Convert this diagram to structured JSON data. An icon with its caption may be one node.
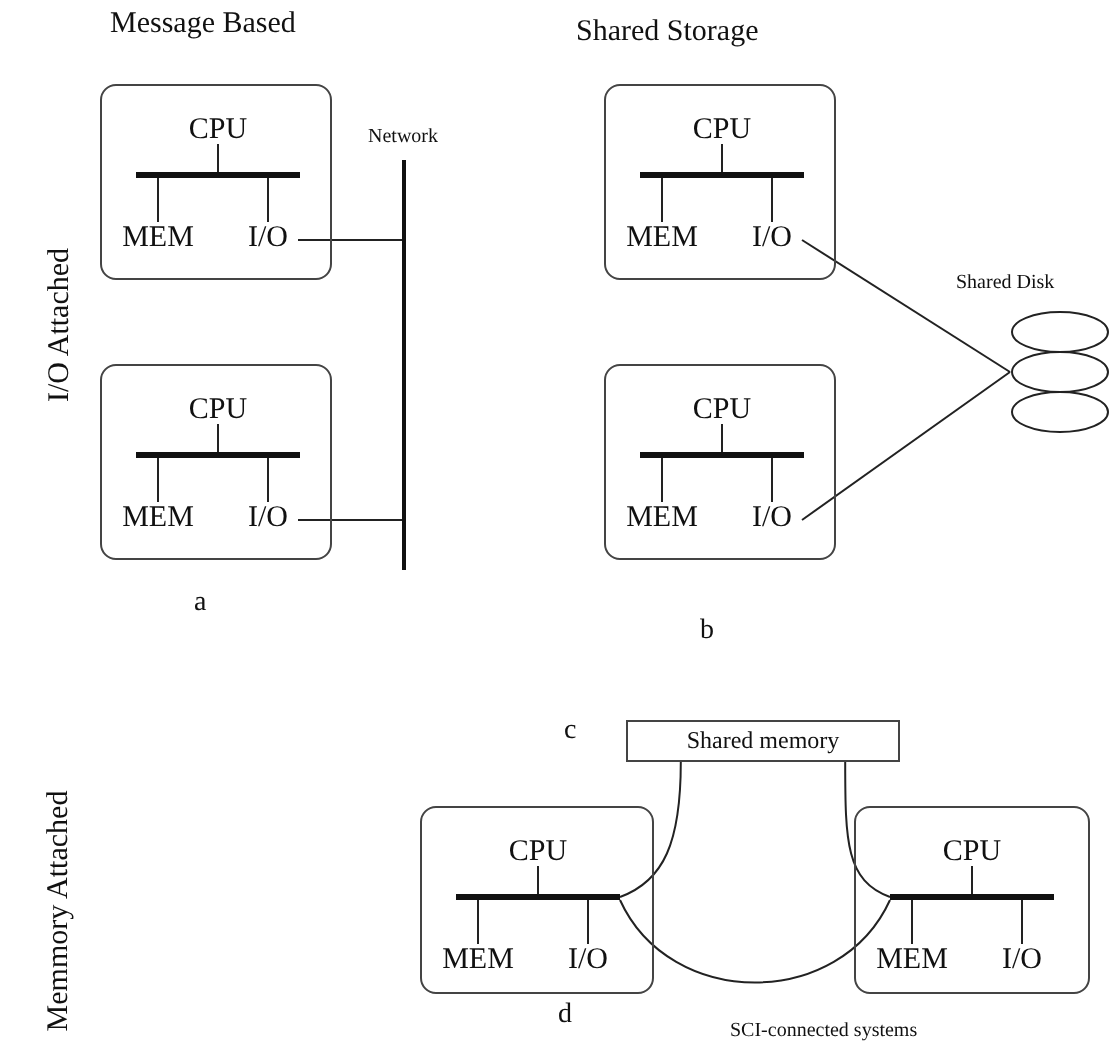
{
  "diagram": {
    "nodes": [
      {
        "text": [],
        "shape": "box"
      },
      {
        "text": [
          "CPU"
        ],
        "in": 0
      },
      {
        "text": [],
        "shape": "bar",
        "in": 0
      },
      {
        "text": [
          "MEM"
        ],
        "in": 0
      },
      {
        "text": [
          "I/O"
        ],
        "in": 0
      },
      {
        "text": [],
        "shape": "bar",
        "beside": [
          "Network"
        ]
      },
      {
        "text": [],
        "shape": "box"
      },
      {
        "text": [
          "CPU"
        ],
        "in": 6
      },
      {
        "text": [],
        "shape": "bar",
        "in": 6
      },
      {
        "text": [
          "MEM"
        ],
        "in": 6
      },
      {
        "text": [
          "I/O"
        ],
        "in": 6
      },
      {
        "text": [],
        "shape": "disk",
        "beside": [
          "Shared Disk"
        ]
      },
      {
        "text": [],
        "shape": "box"
      },
      {
        "text": [
          "CPU"
        ],
        "in": 12
      },
      {
        "text": [],
        "shape": "bar",
        "in": 12
      },
      {
        "text": [
          "MEM"
        ],
        "in": 12
      },
      {
        "text": [
          "I/O"
        ],
        "in": 12
      },
      {
        "text": [],
        "shape": "box"
      },
      {
        "text": [
          "CPU"
        ],
        "in": 17
      },
      {
        "text": [],
        "shape": "bar",
        "in": 17
      },
      {
        "text": [
          "MEM"
        ],
        "in": 17
      },
      {
        "text": [
          "I/O"
        ],
        "in": 17
      },
      {
        "text": [
          "Shared memory"
        ]
      },
      {
        "text": [],
        "shape": "box"
      },
      {
        "text": [
          "CPU"
        ],
        "in": 23
      },
      {
        "text": [],
        "shape": "bar",
        "in": 23
      },
      {
        "text": [
          "MEM"
        ],
        "in": 23
      },
      {
        "text": [
          "I/O"
        ],
        "in": 23
      },
      {
        "text": [],
        "shape": "box"
      },
      {
        "text": [
          "CPU"
        ],
        "in": 28
      },
      {
        "text": [],
        "shape": "bar",
        "in": 28
      },
      {
        "text": [
          "MEM"
        ],
        "in": 28
      },
      {
        "text": [
          "I/O"
        ],
        "in": 28
      }
    ],
    "edges": [
      {
        "from": 1,
        "to": 2,
        "arrow": "none"
      },
      {
        "from": 2,
        "to": 3,
        "arrow": "none"
      },
      {
        "from": 2,
        "to": 4,
        "arrow": "none"
      },
      {
        "from": 4,
        "to": 5,
        "arrow": "none"
      },
      {
        "from": 7,
        "to": 8,
        "arrow": "none"
      },
      {
        "from": 8,
        "to": 9,
        "arrow": "none"
      },
      {
        "from": 8,
        "to": 10,
        "arrow": "none"
      },
      {
        "from": 10,
        "to": 11,
        "arrow": "none"
      },
      {
        "from": 13,
        "to": 14,
        "arrow": "none"
      },
      {
        "from": 14,
        "to": 15,
        "arrow": "none"
      },
      {
        "from": 14,
        "to": 16,
        "arrow": "none"
      },
      {
        "from": 16,
        "to": 5,
        "arrow": "none"
      },
      {
        "from": 18,
        "to": 19,
        "arrow": "none"
      },
      {
        "from": 19,
        "to": 20,
        "arrow": "none"
      },
      {
        "from": 19,
        "to": 21,
        "arrow": "none"
      },
      {
        "from": 21,
        "to": 11,
        "arrow": "none"
      },
      {
        "from": 22,
        "to": 25,
        "arrow": "none"
      },
      {
        "from": 22,
        "to": 30,
        "arrow": "none"
      },
      {
        "from": 24,
        "to": 25,
        "arrow": "none"
      },
      {
        "from": 25,
        "to": 26,
        "arrow": "none"
      },
      {
        "from": 25,
        "to": 27,
        "arrow": "none"
      },
      {
        "from": 29,
        "to": 30,
        "arrow": "none"
      },
      {
        "from": 30,
        "to": 31,
        "arrow": "none"
      },
      {
        "from": 30,
        "to": 32,
        "arrow": "none"
      },
      {
        "from": 25,
        "to": 30,
        "arrow": "none"
      }
    ],
    "labels": [
      "Message Based",
      "Shared Storage",
      "I/O Attached",
      "a",
      "b",
      "c",
      "Memmory Attached",
      "d",
      "SCI-connected systems"
    ]
  }
}
